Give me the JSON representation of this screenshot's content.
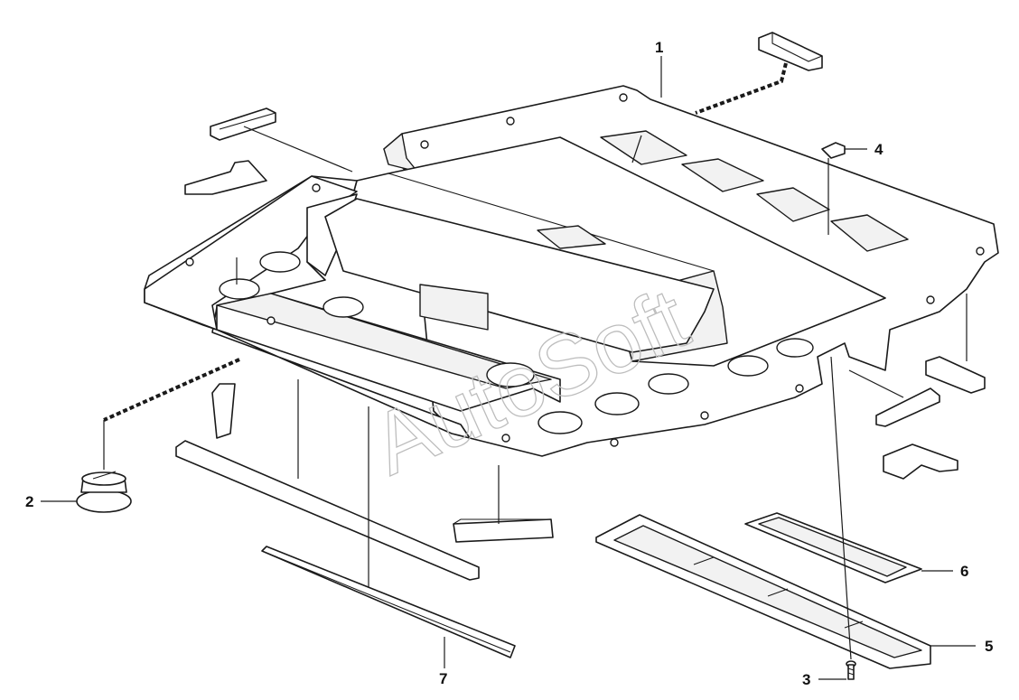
{
  "diagram": {
    "watermark": "AutoSoft",
    "callouts": [
      {
        "id": "1",
        "label": "1"
      },
      {
        "id": "2",
        "label": "2"
      },
      {
        "id": "3",
        "label": "3"
      },
      {
        "id": "4",
        "label": "4"
      },
      {
        "id": "5",
        "label": "5"
      },
      {
        "id": "6",
        "label": "6"
      },
      {
        "id": "7",
        "label": "7"
      }
    ]
  }
}
